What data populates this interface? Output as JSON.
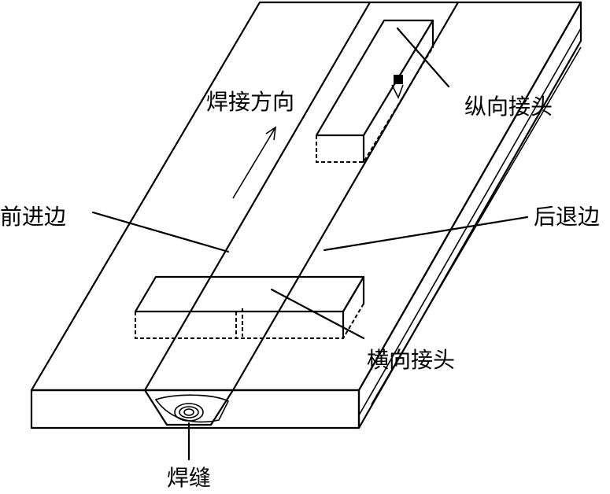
{
  "labels": {
    "welding_direction": "焊接方向",
    "longitudinal_joint": "纵向接头",
    "advancing_side": "前进边",
    "retreating_side": "后退边",
    "transverse_joint": "横向接头",
    "weld_seam": "焊缝"
  }
}
